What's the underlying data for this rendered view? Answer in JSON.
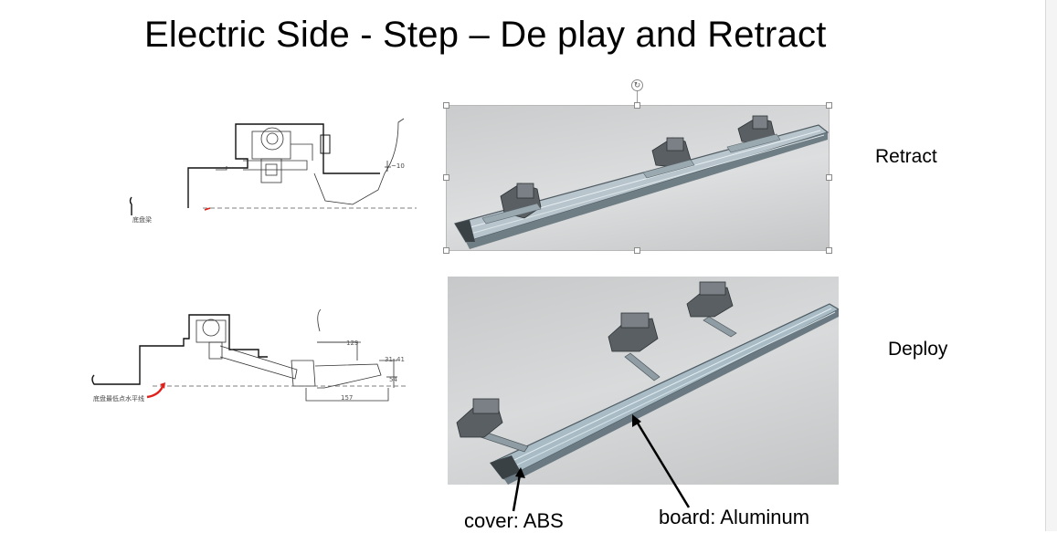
{
  "slide": {
    "title": "Electric Side - Step – De play and Retract",
    "retract_label": "Retract",
    "deploy_label": "Deploy",
    "cover_callout": "cover: ABS",
    "board_callout": "board: Aluminum"
  },
  "drawings": {
    "retract": {
      "note": "底盘梁",
      "dimension": "~10"
    },
    "deploy": {
      "note": "底盘最低点水平线",
      "dim_top": "129",
      "dim_side_a": "31",
      "dim_side_b": "41",
      "dim_side_c": "54",
      "dim_bottom": "157"
    }
  },
  "colors": {
    "text": "#000000",
    "photo_bg": "#d3d5d6",
    "board": "#8fa3ad",
    "mechanism": "#5a5f63",
    "accent_red": "#e0201b"
  },
  "icons": {
    "rotate": "rotate-handle-icon"
  }
}
